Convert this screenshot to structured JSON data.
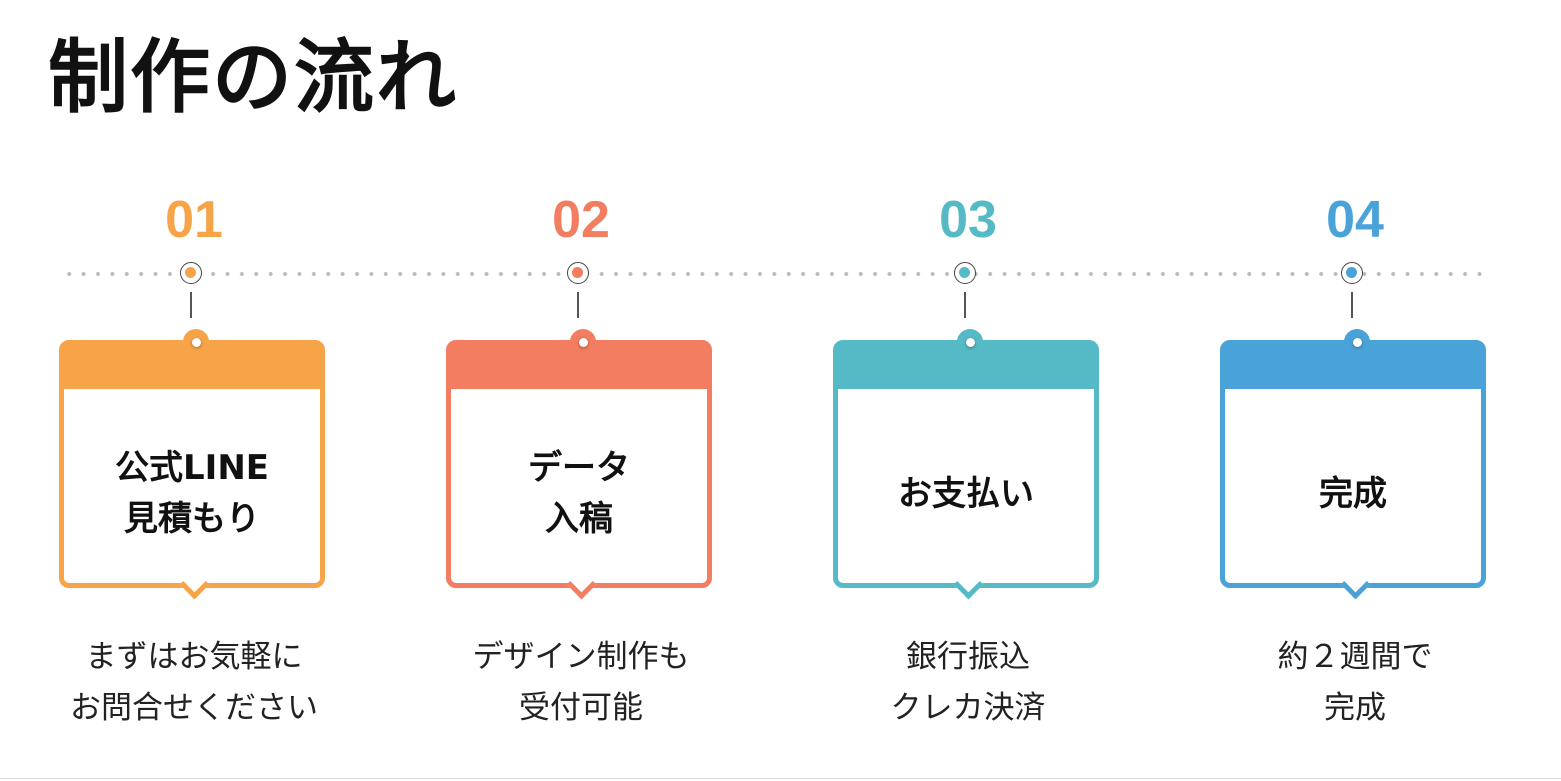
{
  "title": "制作の流れ",
  "steps": [
    {
      "num": "01",
      "label": [
        "公式LINE",
        "見積もり"
      ],
      "desc": [
        "まずはお気軽に",
        "お問合せください"
      ],
      "color": "#F7A448"
    },
    {
      "num": "02",
      "label": [
        "データ",
        "入稿"
      ],
      "desc": [
        "デザイン制作も",
        "受付可能"
      ],
      "color": "#F27D60"
    },
    {
      "num": "03",
      "label": [
        "お支払い"
      ],
      "desc": [
        "銀行振込",
        "クレカ決済"
      ],
      "color": "#56BAC6"
    },
    {
      "num": "04",
      "label": [
        "完成"
      ],
      "desc": [
        "約２週間で",
        "完成"
      ],
      "color": "#4AA3D8"
    }
  ]
}
